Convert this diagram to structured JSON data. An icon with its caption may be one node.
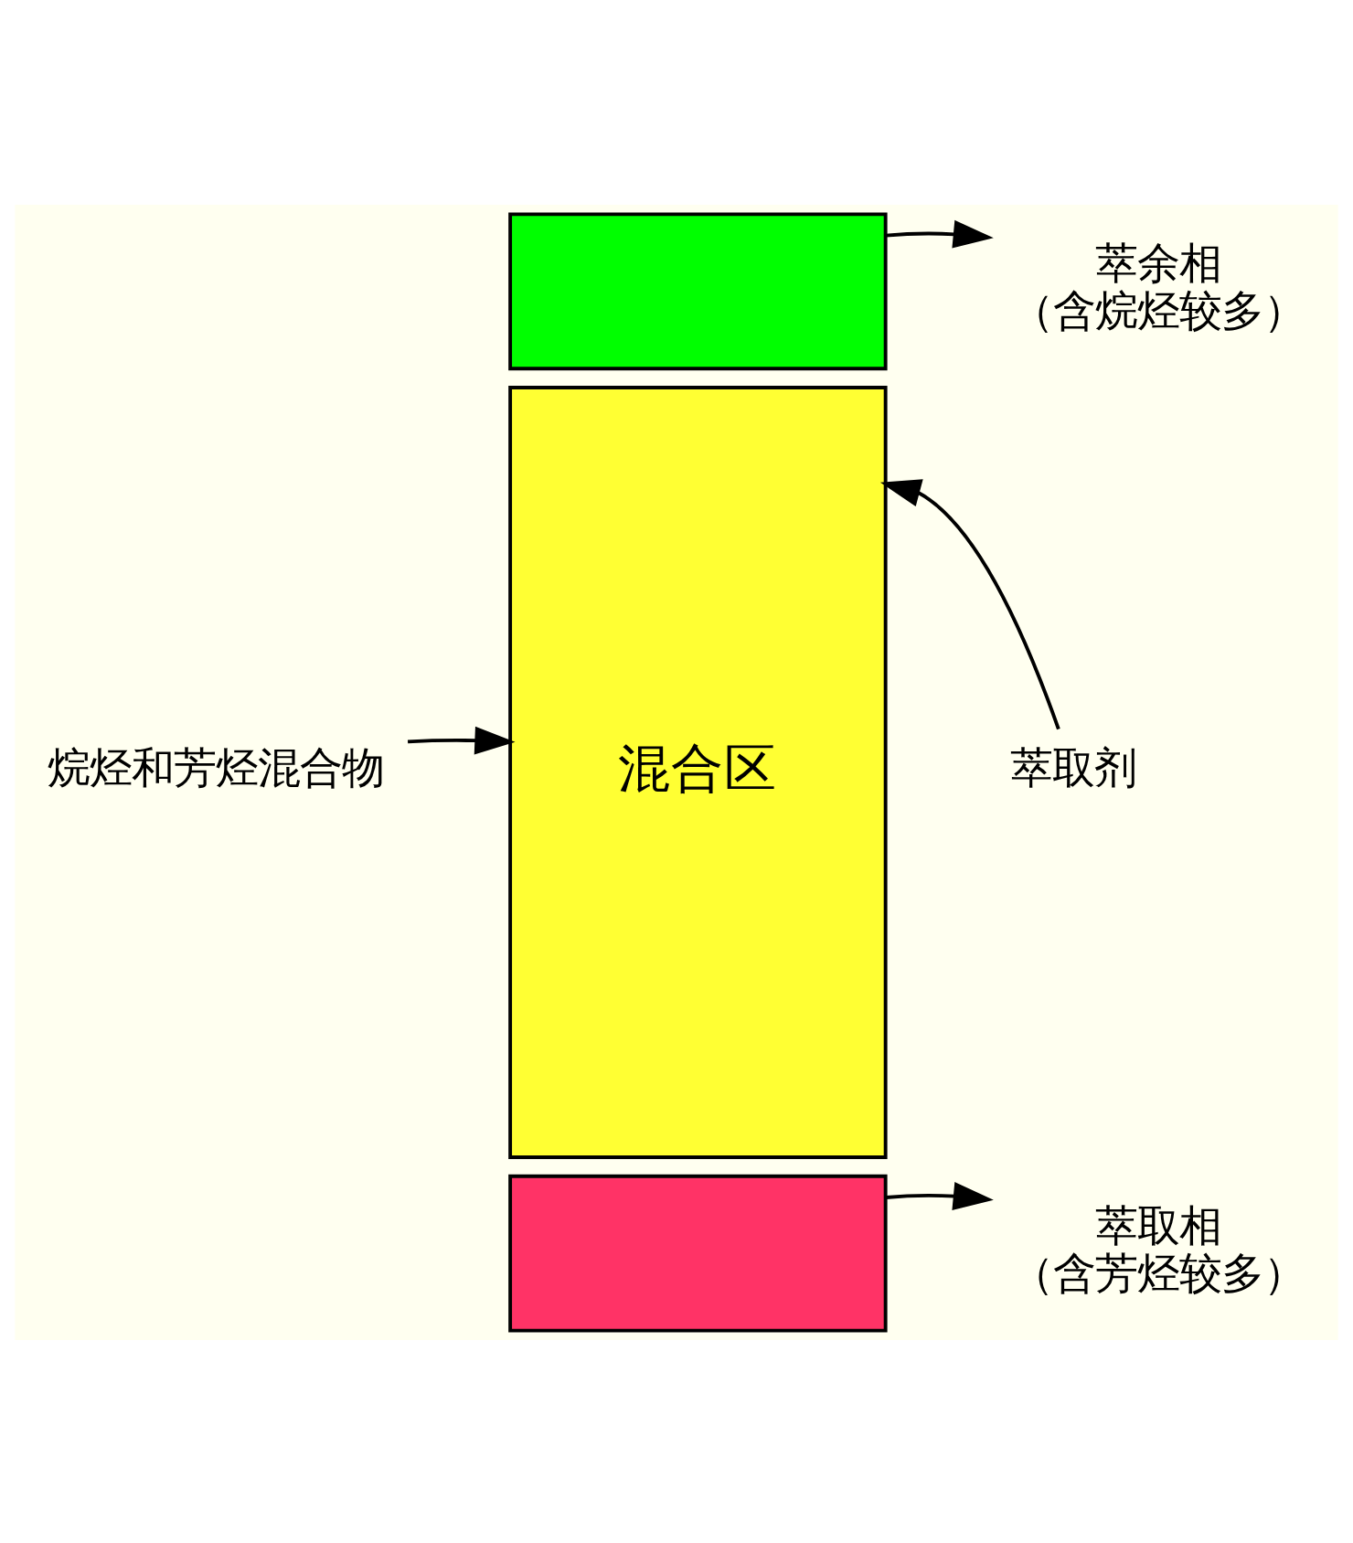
{
  "diagram": {
    "nodes": [
      {
        "text": [],
        "shape": "box"
      },
      {
        "text": [
          "混合区"
        ]
      },
      {
        "text": [],
        "shape": "box"
      },
      {
        "text": [
          "萃余相",
          "（含烷烃较多）"
        ]
      },
      {
        "text": [
          "萃取剂"
        ]
      },
      {
        "text": [
          "烷烃和芳烃混合物"
        ]
      },
      {
        "text": [
          "萃取相",
          "（含芳烃较多）"
        ]
      }
    ],
    "edges": [
      {
        "from": 0,
        "to": 3,
        "arrow": "to"
      },
      {
        "from": 4,
        "to": 1,
        "arrow": "to"
      },
      {
        "from": 5,
        "to": 1,
        "arrow": "to"
      },
      {
        "from": 2,
        "to": 6,
        "arrow": "to"
      }
    ]
  }
}
